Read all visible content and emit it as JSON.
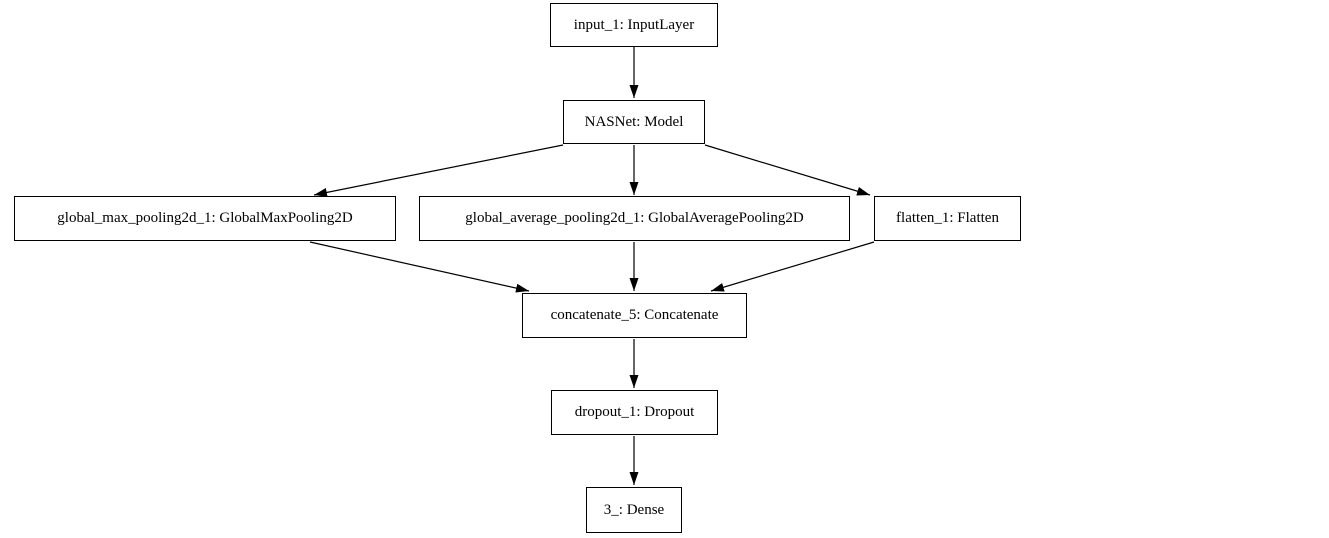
{
  "diagram": {
    "kind": "neural-network-model-graph",
    "nodes": [
      {
        "id": "input_1",
        "label": "input_1: InputLayer"
      },
      {
        "id": "nasnet",
        "label": "NASNet: Model"
      },
      {
        "id": "global_max_pooling2d_1",
        "label": "global_max_pooling2d_1: GlobalMaxPooling2D"
      },
      {
        "id": "global_average_pooling2d_1",
        "label": "global_average_pooling2d_1: GlobalAveragePooling2D"
      },
      {
        "id": "flatten_1",
        "label": "flatten_1: Flatten"
      },
      {
        "id": "concatenate_5",
        "label": "concatenate_5: Concatenate"
      },
      {
        "id": "dropout_1",
        "label": "dropout_1: Dropout"
      },
      {
        "id": "dense_3",
        "label": "3_: Dense"
      }
    ],
    "edges": [
      {
        "from": "input_1",
        "to": "nasnet"
      },
      {
        "from": "nasnet",
        "to": "global_max_pooling2d_1"
      },
      {
        "from": "nasnet",
        "to": "global_average_pooling2d_1"
      },
      {
        "from": "nasnet",
        "to": "flatten_1"
      },
      {
        "from": "global_max_pooling2d_1",
        "to": "concatenate_5"
      },
      {
        "from": "global_average_pooling2d_1",
        "to": "concatenate_5"
      },
      {
        "from": "flatten_1",
        "to": "concatenate_5"
      },
      {
        "from": "concatenate_5",
        "to": "dropout_1"
      },
      {
        "from": "dropout_1",
        "to": "dense_3"
      }
    ],
    "colors": {
      "background": "#ffffff",
      "node_fill": "#ffffff",
      "node_border": "#000000",
      "edge": "#000000",
      "text": "#000000"
    }
  }
}
